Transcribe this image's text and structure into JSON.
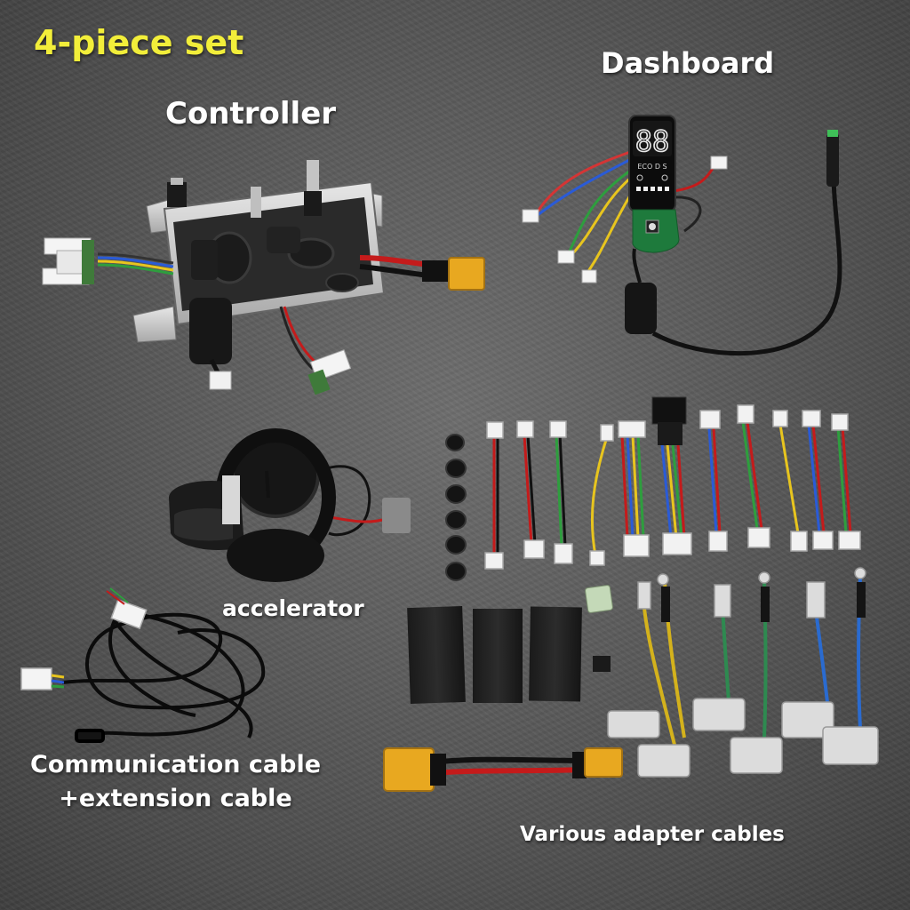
{
  "title": "4-piece set",
  "labels": {
    "dashboard": "Dashboard",
    "controller": "Controller",
    "accelerator": "accelerator",
    "communication_line1": "Communication cable",
    "communication_line2": "+extension cable",
    "adapters": "Various adapter cables"
  },
  "dashboard_display": {
    "digits": "88",
    "mode_text": "ECO D S"
  },
  "colors": {
    "title": "#f2ee3a",
    "label": "#ffffff",
    "background": "#5a5a5a",
    "connector_yellow": "#e8a820"
  }
}
